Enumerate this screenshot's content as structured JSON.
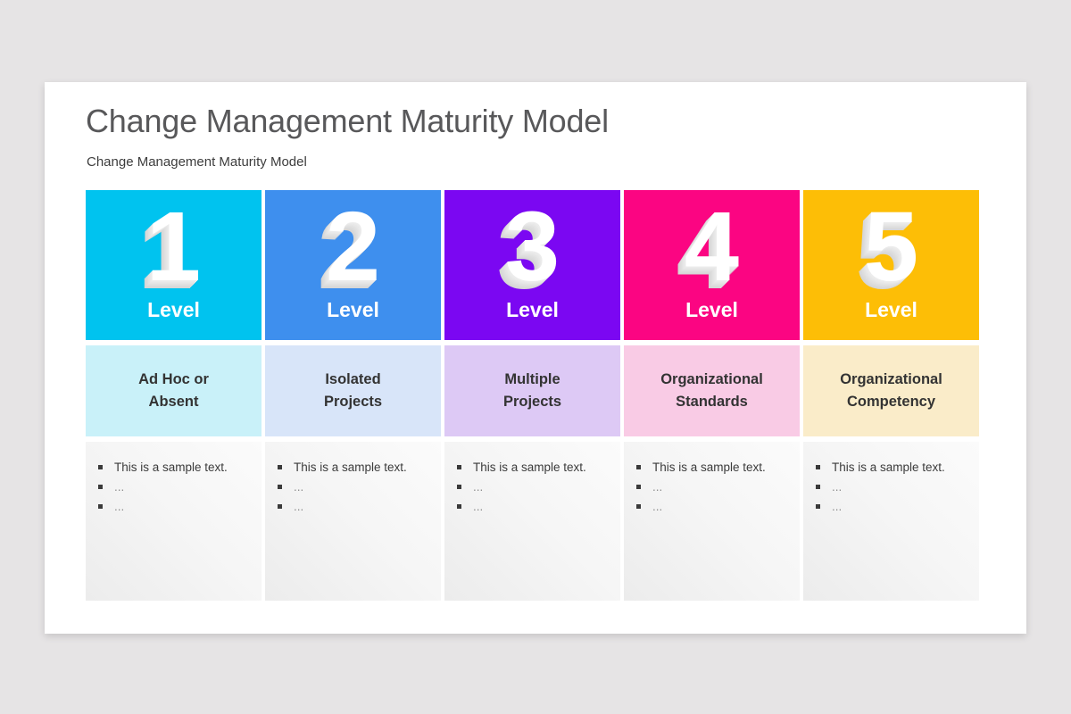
{
  "page": {
    "title": "Change Management Maturity Model",
    "subtitle": "Change Management Maturity Model"
  },
  "colors": {
    "background": "#e6e4e5",
    "card": "#ffffff",
    "title_text": "#58585a"
  },
  "levels": [
    {
      "number": "1",
      "label": "Level",
      "name_line1": "Ad Hoc or",
      "name_line2": "Absent",
      "color": "#00c3ef",
      "tint": "#c9f1f9",
      "bullets": [
        "This is a sample text.",
        "...",
        "..."
      ]
    },
    {
      "number": "2",
      "label": "Level",
      "name_line1": "Isolated",
      "name_line2": "Projects",
      "color": "#3e8fee",
      "tint": "#d8e5f9",
      "bullets": [
        "This is a sample text.",
        "...",
        "..."
      ]
    },
    {
      "number": "3",
      "label": "Level",
      "name_line1": "Multiple",
      "name_line2": "Projects",
      "color": "#7b07f2",
      "tint": "#ddc9f5",
      "bullets": [
        "This is a sample text.",
        "...",
        "..."
      ]
    },
    {
      "number": "4",
      "label": "Level",
      "name_line1": "Organizational",
      "name_line2": "Standards",
      "color": "#fb0582",
      "tint": "#f9cbe5",
      "bullets": [
        "This is a sample text.",
        "...",
        "..."
      ]
    },
    {
      "number": "5",
      "label": "Level",
      "name_line1": "Organizational",
      "name_line2": "Competency",
      "color": "#fdbe06",
      "tint": "#faecc9",
      "bullets": [
        "This is a sample text.",
        "...",
        "..."
      ]
    }
  ]
}
